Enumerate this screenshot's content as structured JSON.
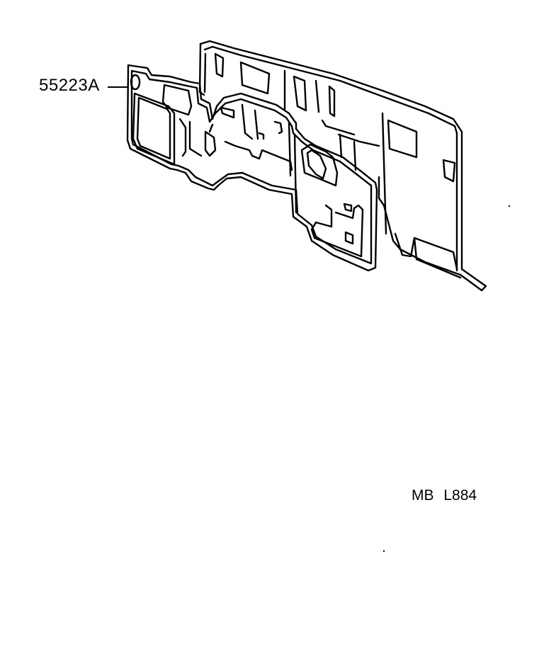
{
  "diagram": {
    "type": "exploded parts illustration",
    "subject": "dash panel insulator / silencer pad",
    "part_callouts": [
      {
        "part_number": "55223A",
        "leader_side": "left"
      }
    ],
    "catalog_code": "MB  L884",
    "colors": {
      "line": "#000000",
      "background": "#ffffff"
    }
  }
}
